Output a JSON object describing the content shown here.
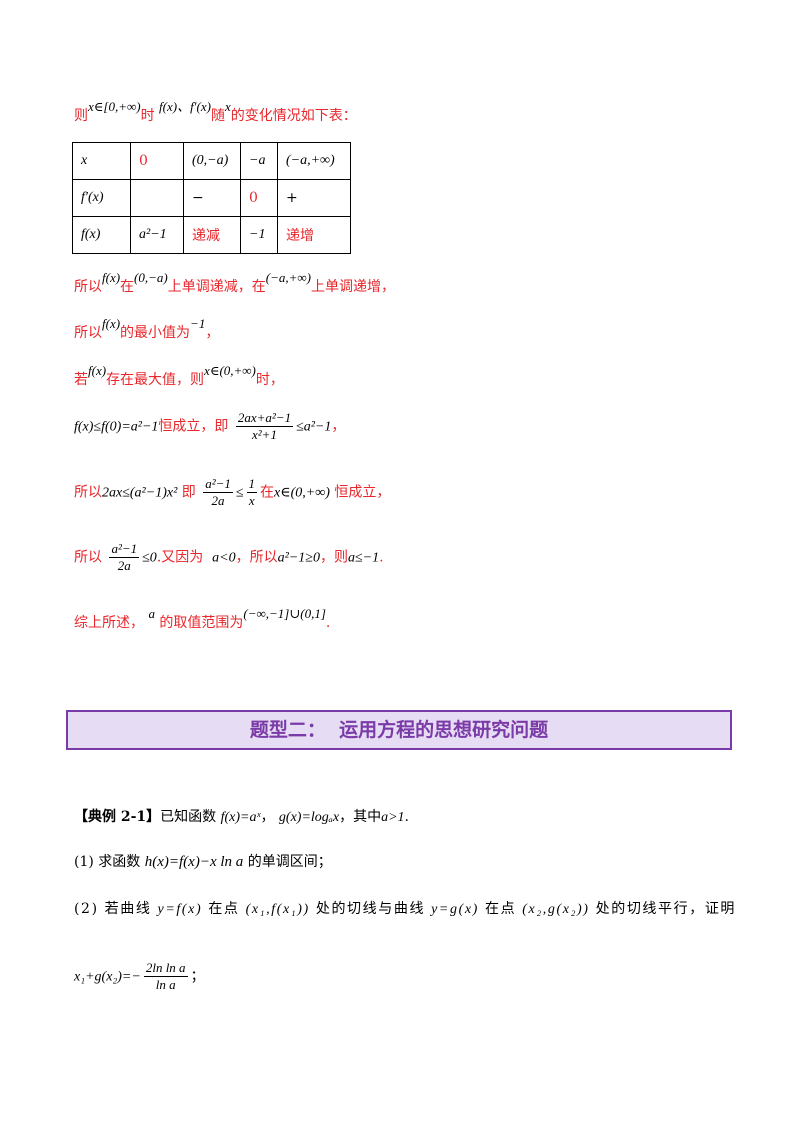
{
  "lines": {
    "l1": {
      "a": "则",
      "m1": "x∈[0,+∞)",
      "b": "时",
      "m2": "f(x)、f′(x)",
      "c": "随",
      "m3": "x",
      "d": "的变化情况如下表："
    },
    "l2": {
      "a": "所以",
      "m1": "f(x)",
      "b": "在",
      "m2": "(0,−a)",
      "c": "上单调递减，在",
      "m3": "(−a,+∞)",
      "d": "上单调递增，"
    },
    "l3": {
      "a": "所以",
      "m1": "f(x)",
      "b": "的最小值为",
      "m2": "−1",
      "c": "，"
    },
    "l4": {
      "a": "若",
      "m1": "f(x)",
      "b": "存在最大值，则",
      "m2": "x∈(0,+∞)",
      "c": "时，"
    },
    "l5": {
      "m1": "f(x)≤f(0)=a²−1",
      "a": "恒成立，即",
      "num": "2ax+a²−1",
      "den": "x²+1",
      "m2": "≤a²−1",
      "b": "，"
    },
    "l6": {
      "a": "所以",
      "m1": "2ax≤(a²−1)x²",
      "b": "即",
      "num1": "a²−1",
      "den1": "2a",
      "m2": "≤",
      "num2": "1",
      "den2": "x",
      "c": "在",
      "m3": "x∈(0,+∞)",
      "d": "恒成立，"
    },
    "l7": {
      "a": "所以",
      "num": "a²−1",
      "den": "2a",
      "m1": "≤0",
      "b": ".又因为",
      "m2": "a<0",
      "c": "，所以",
      "m3": "a²−1≥0",
      "d": "，则",
      "m4": "a≤−1",
      "e": "."
    },
    "l8": {
      "a": "综上所述，",
      "m1": "a",
      "b": "的取值范围为",
      "m2": "(−∞,−1]∪(0,1]",
      "c": "."
    }
  },
  "table": {
    "rows": [
      [
        "x",
        "0",
        "(0,−a)",
        "−a",
        "(−a,+∞)"
      ],
      [
        "f′(x)",
        "",
        "−",
        "0",
        "+"
      ],
      [
        "f(x)",
        "a²−1",
        "递减",
        "−1",
        "递增"
      ]
    ]
  },
  "banner": {
    "title": "题型二：  运用方程的思想研究问题"
  },
  "example": {
    "tag": "【典例 2-1】",
    "intro": "已知函数",
    "m1": "f(x)=aˣ",
    "sep": "，",
    "m2": "g(x)=logₐx",
    "mid": "，其中",
    "m3": "a>1",
    "end": ".",
    "p1_label": "(1) 求函数",
    "p1_math": "h(x)=f(x)−x ln a",
    "p1_end": "的单调区间；",
    "p2_a": "(2) 若曲线",
    "p2_m1": "y=f(x)",
    "p2_b": "在点",
    "p2_m2": "(x₁,f(x₁))",
    "p2_c": "处的切线与曲线",
    "p2_m3": "y=g(x)",
    "p2_d": "在点",
    "p2_m4": "(x₂,g(x₂))",
    "p2_e": "处的切线平行，证明",
    "p3_m1": "x₁+g(x₂)=−",
    "p3_num": "2ln ln a",
    "p3_den": "ln a",
    "p3_end": "；"
  }
}
